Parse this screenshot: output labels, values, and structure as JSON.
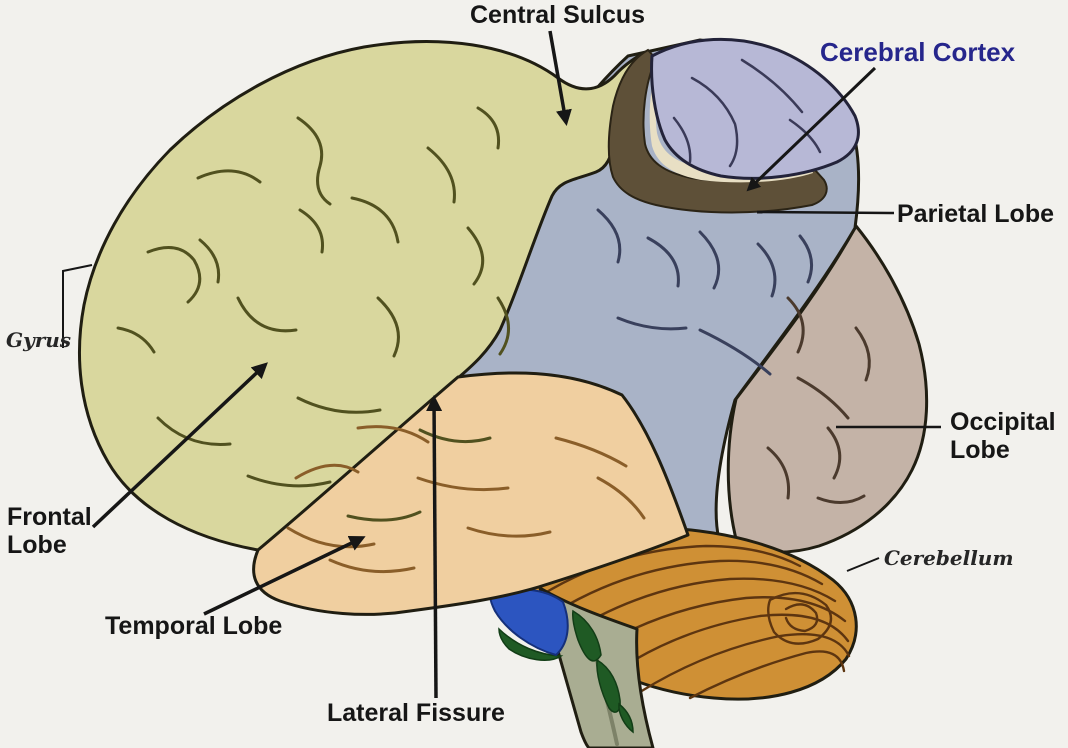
{
  "figure": {
    "labels": {
      "central_sulcus": "Central Sulcus",
      "cerebral_cortex": "Cerebral Cortex",
      "parietal_lobe": "Parietal Lobe",
      "occipital_lobe": "Occipital Lobe",
      "cerebellum": "Cerebellum",
      "gyrus": "Gyrus",
      "frontal_lobe": "Frontal Lobe",
      "temporal_lobe": "Temporal Lobe",
      "lateral_fissure": "Lateral Fissure"
    },
    "colors": {
      "background": "#f2f1ed",
      "frontal": "#d9d79e",
      "parietal": "#a9b3c7",
      "temporal": "#f0cfa0",
      "occipital": "#c4b3a7",
      "cerebellum": "#cf9035",
      "brainstem": "#a9ad92",
      "brainstem_green": "#1f5a24",
      "pons_patch": "#2c55c0",
      "cortex_band": "#5e5038",
      "cortex_band_inner": "#e8dfc4",
      "cortex_flap": "#b7b8d6",
      "label_text": "#161616",
      "cerebral_cortex_text": "#26268c"
    }
  }
}
